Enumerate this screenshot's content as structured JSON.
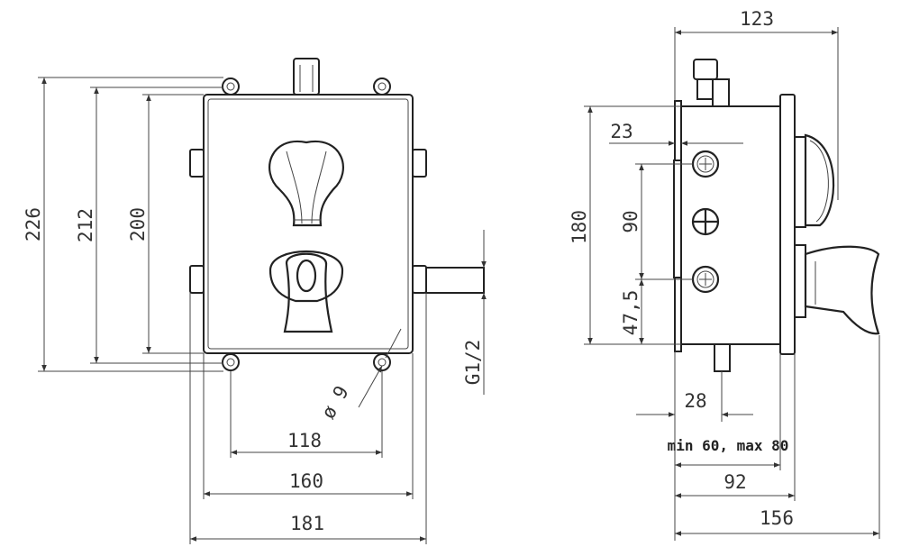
{
  "front_view": {
    "height_outer": "226",
    "height_mid": "212",
    "height_inner": "200",
    "hole_diameter": "ø 9",
    "thread": "G1/2",
    "width_holes": "118",
    "width_plate": "160",
    "width_overall": "181"
  },
  "side_view": {
    "depth_top": "123",
    "offset_23": "23",
    "height_180": "180",
    "spacing_90": "90",
    "offset_47_5": "47,5",
    "offset_28": "28",
    "range_label": "min 60, max 80",
    "depth_92": "92",
    "depth_156": "156"
  }
}
